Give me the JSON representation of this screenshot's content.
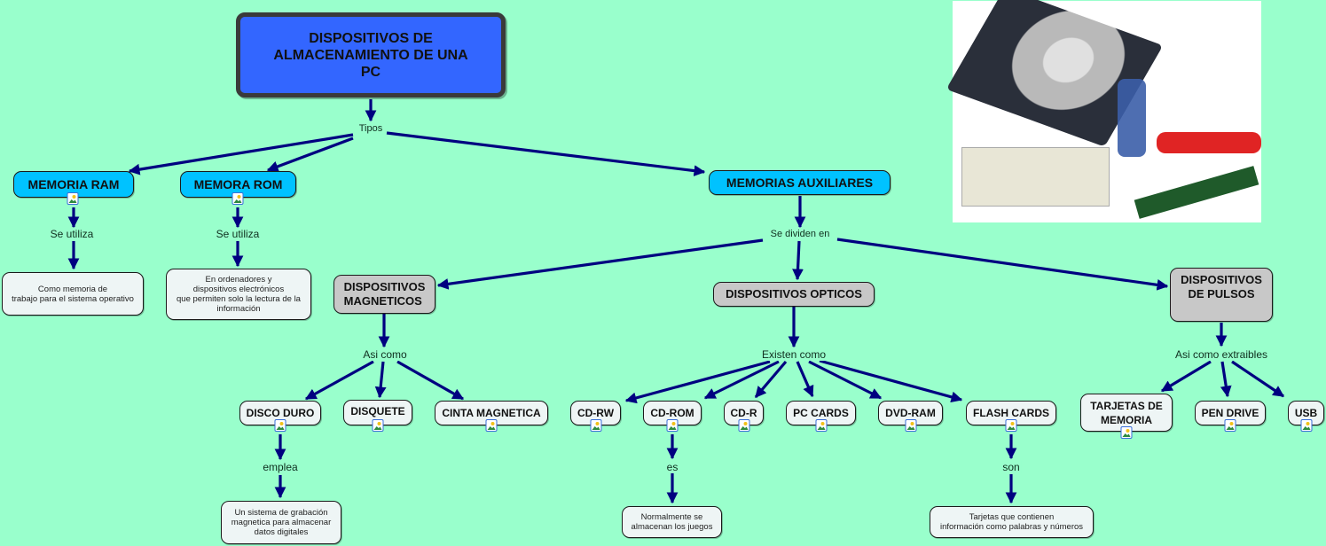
{
  "title": "DISPOSITIVOS DE ALMACENAMIENTO DE UNA PC",
  "colors": {
    "background": "#99ffcc",
    "title_box": "#3366ff",
    "primary_nodes": "#00c2ff",
    "secondary_nodes": "#c8c8c8",
    "leaf_nodes": "#eef5f5",
    "arrows": "#000080"
  },
  "photo": {
    "icon": "storage-devices-photo",
    "items": [
      "disco duro",
      "pen drive azul",
      "pen drive rojo",
      "unidad de CD",
      "memoria RAM"
    ]
  },
  "linking_phrases": {
    "tipos": "Tipos",
    "ram_use": "Se utiliza",
    "rom_use": "Se utiliza",
    "dividen": "Se dividen en",
    "magneticos": "Asi como",
    "opticos": "Existen como",
    "pulsos": "Asi como extraibles",
    "disco_duro": "emplea",
    "cd_rom": "es",
    "flash_cards": "son"
  },
  "nodes": {
    "memoria_ram": "MEMORIA RAM",
    "memora_rom": "MEMORA ROM",
    "memorias_auxiliares": "MEMORIAS AUXILIARES",
    "ram_desc": "Como memoria de\ntrabajo para el sistema operativo",
    "rom_desc": "En ordenadores y\ndispositivos electrónicos\nque permiten solo la lectura de la\ninformación",
    "magneticos": "DISPOSITIVOS\nMAGNETICOS",
    "opticos": "DISPOSITIVOS OPTICOS",
    "pulsos": "DISPOSITIVOS\nDE PULSOS",
    "disco_duro": "DISCO DURO",
    "disquete": "DISQUETE",
    "cinta_magnetica": "CINTA MAGNETICA",
    "cd_rw": "CD-RW",
    "cd_rom": "CD-ROM",
    "cd_r": "CD-R",
    "pc_cards": "PC CARDS",
    "dvd_ram": "DVD-RAM",
    "flash_cards": "FLASH CARDS",
    "tarjetas_memoria": "TARJETAS DE\nMEMORIA",
    "pen_drive": "PEN DRIVE",
    "usb": "USB",
    "disco_duro_desc": "Un sistema de grabación\nmagnetica para almacenar\ndatos digitales",
    "cd_rom_desc": "Normalmente se\nalmacenan los juegos",
    "flash_cards_desc": "Tarjetas que contienen\ninformación como palabras y números"
  }
}
